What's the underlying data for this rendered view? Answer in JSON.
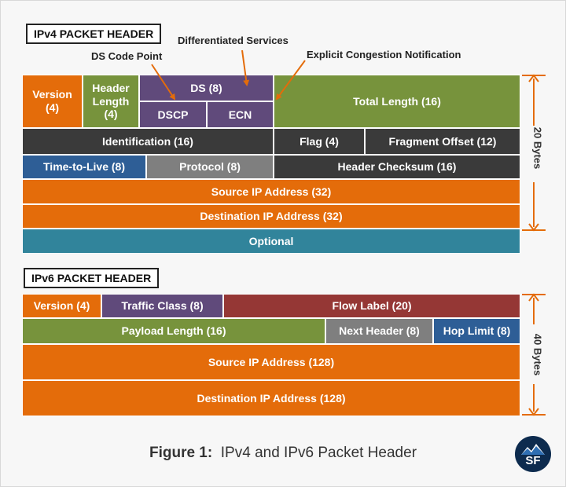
{
  "ipv4": {
    "title": "IPv4 PACKET HEADER",
    "callouts": {
      "differentiated_services": "Differentiated Services",
      "ds_code_point": "DS Code Point",
      "ecn_note": "Explicit Congestion Notification"
    },
    "fields": {
      "version": "Version\n(4)",
      "header_length": "Header\nLength\n(4)",
      "ds": "DS (8)",
      "dscp": "DSCP",
      "ecn": "ECN",
      "total_length": "Total Length (16)",
      "identification": "Identification (16)",
      "flag": "Flag (4)",
      "fragment_offset": "Fragment Offset (12)",
      "ttl": "Time-to-Live (8)",
      "protocol": "Protocol (8)",
      "header_checksum": "Header Checksum (16)",
      "source_ip": "Source IP Address (32)",
      "destination_ip": "Destination IP Address (32)",
      "optional": "Optional"
    },
    "size_label": "20 Bytes"
  },
  "ipv6": {
    "title": "IPv6 PACKET HEADER",
    "fields": {
      "version": "Version (4)",
      "traffic_class": "Traffic Class (8)",
      "flow_label": "Flow Label (20)",
      "payload_length": "Payload Length (16)",
      "next_header": "Next Header (8)",
      "hop_limit": "Hop Limit (8)",
      "source_ip": "Source IP Address (128)",
      "destination_ip": "Destination IP Address (128)"
    },
    "size_label": "40 Bytes"
  },
  "caption": {
    "label": "Figure 1:",
    "text": "IPv4 and IPv6 Packet Header"
  },
  "logo": {
    "text": "SF"
  },
  "colors": {
    "orange": "#e46c0a",
    "green": "#77933c",
    "purple": "#604a7b",
    "dark": "#3a3a3a",
    "blue": "#2e5e96",
    "gray": "#7f7f7f",
    "teal": "#31849b",
    "red": "#953735"
  }
}
